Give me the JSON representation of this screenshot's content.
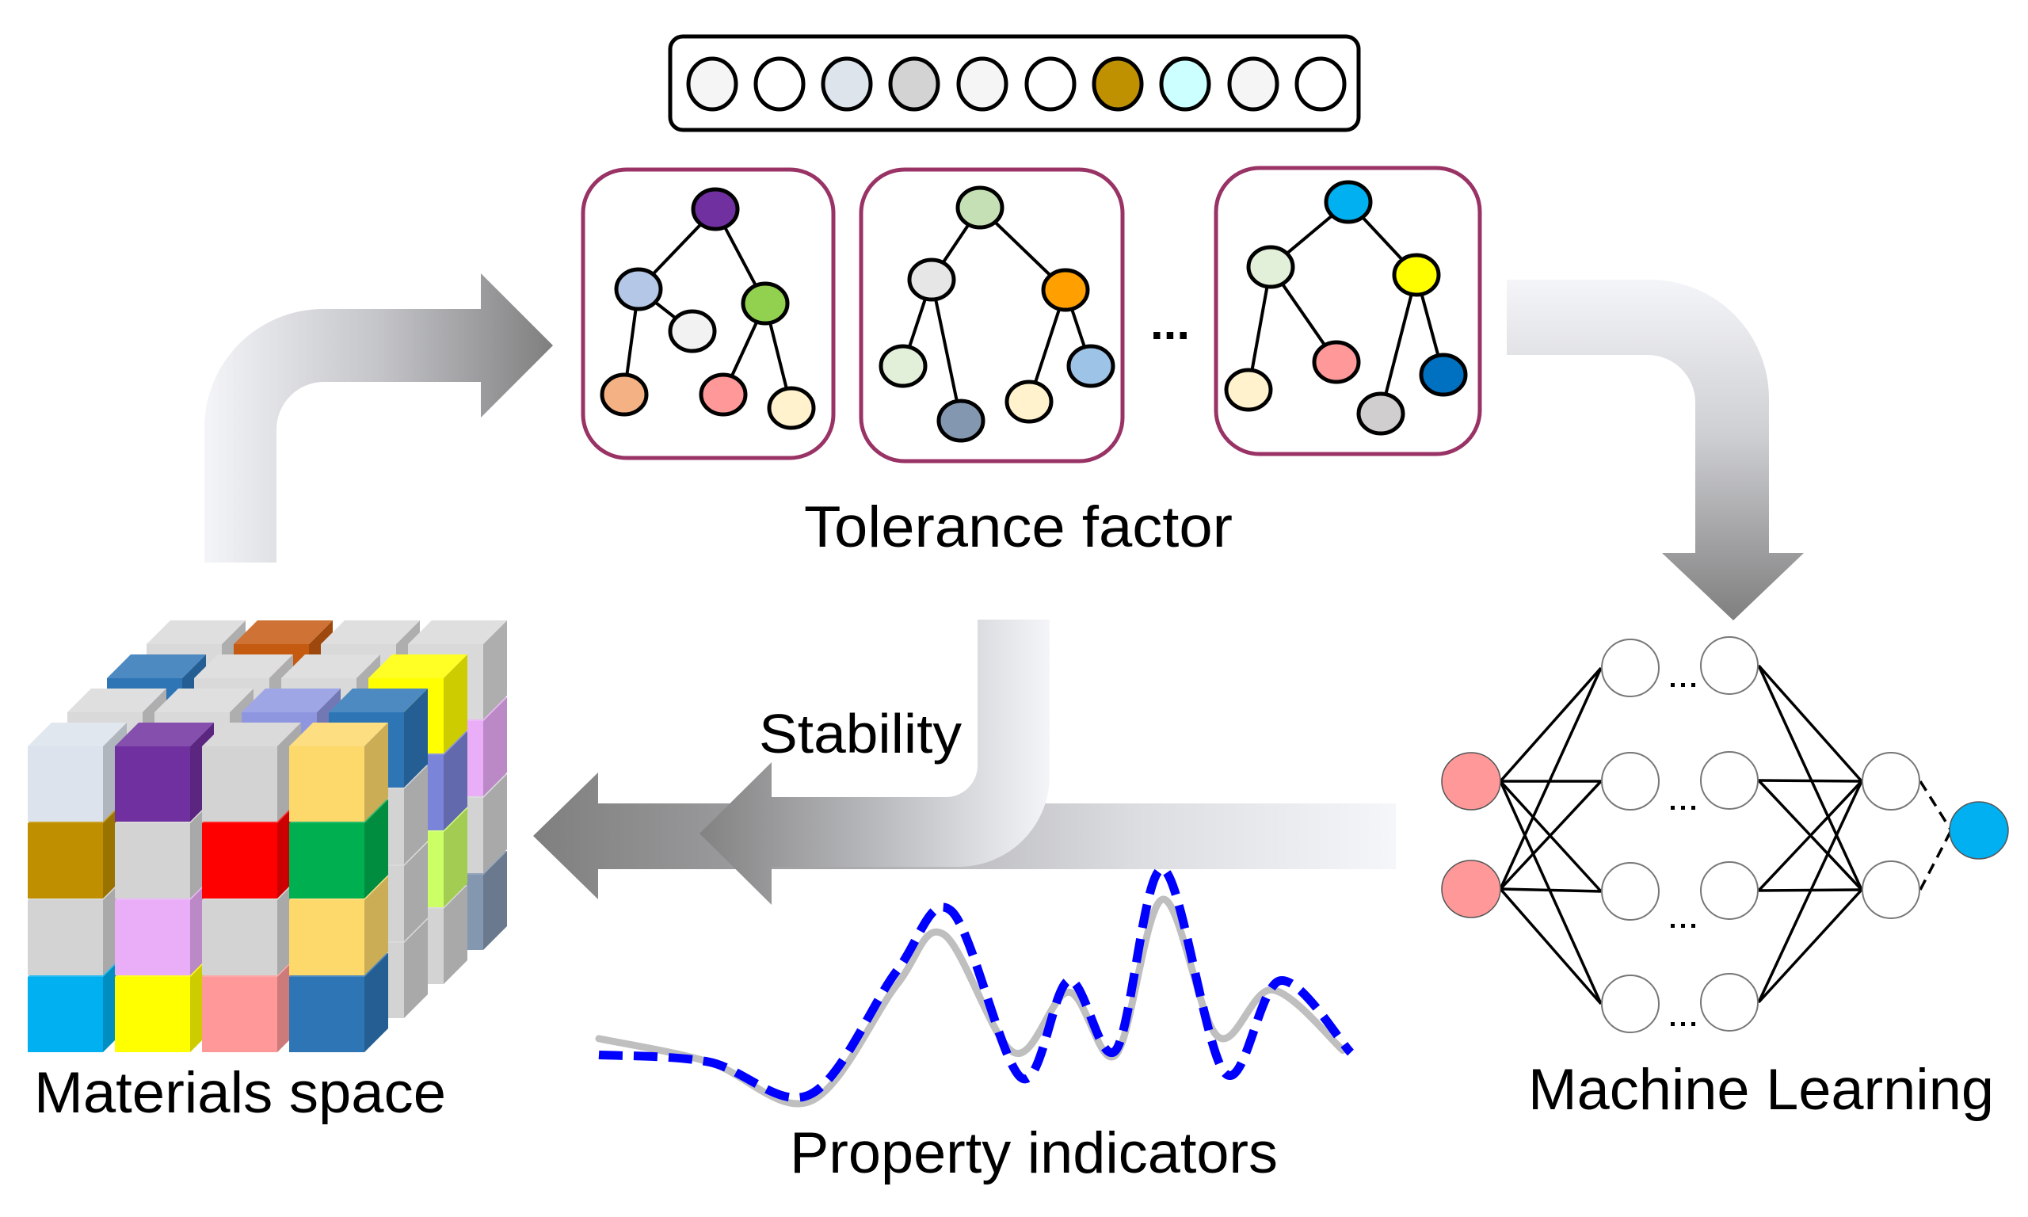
{
  "labels": {
    "tolerance_factor": "Tolerance factor",
    "stability": "Stability",
    "materials_space": "Materials space",
    "property_indicators": "Property indicators",
    "machine_learning": "Machine Learning",
    "ellipsis": "..."
  },
  "colors": {
    "box_border": "#993366",
    "arrow_dark": "#7f7f7f",
    "arrow_light": "#f4f5f9",
    "predicted_curve": "#0000ff",
    "reference_curve": "#bfbfbf",
    "input_node": "#ff9999",
    "output_node": "#00b0f0"
  },
  "feature_vector": [
    "#f5f5f5",
    "#ffffff",
    "#dee4ec",
    "#d3d3d3",
    "#f5f5f5",
    "#ffffff",
    "#bf9000",
    "#ccffff",
    "#f5f5f5",
    "#ffffff"
  ],
  "trees": [
    {
      "nodes": [
        "#7030a0",
        "#b4c7e7",
        "#92d050",
        "#f2f2f2",
        "#f4b183",
        "#ff9999",
        "#fff2cc"
      ],
      "edges": [
        [
          0,
          1
        ],
        [
          0,
          2
        ],
        [
          1,
          3
        ],
        [
          1,
          4
        ],
        [
          2,
          5
        ],
        [
          2,
          6
        ]
      ]
    },
    {
      "nodes": [
        "#c5e0b4",
        "#e7e6e6",
        "#ffa000",
        "#e2f0d9",
        "#8497b0",
        "#fff2cc",
        "#9dc3e6"
      ],
      "edges": [
        [
          0,
          1
        ],
        [
          0,
          2
        ],
        [
          1,
          3
        ],
        [
          1,
          4
        ],
        [
          2,
          5
        ],
        [
          2,
          6
        ]
      ]
    },
    {
      "nodes": [
        "#00b0f0",
        "#e2f0d9",
        "#ffff00",
        "#fff2cc",
        "#ff9999",
        "#d0cece",
        "#0070c0"
      ],
      "edges": [
        [
          0,
          1
        ],
        [
          0,
          2
        ],
        [
          1,
          3
        ],
        [
          1,
          4
        ],
        [
          2,
          5
        ],
        [
          2,
          6
        ]
      ]
    }
  ],
  "materials_cube": {
    "front_layer": [
      [
        "#dce3ec",
        "#7030a0",
        "#d3d3d3",
        "#fdd86a"
      ],
      [
        "#bf8f00",
        "#d3d3d3",
        "#ff0000",
        "#00b050"
      ],
      [
        "#d3d3d3",
        "#eaadf7",
        "#d3d3d3",
        "#fdd86a"
      ],
      [
        "#00b0f0",
        "#ffff00",
        "#ff9999",
        "#2e75b6"
      ]
    ],
    "layer_2": [
      [
        "#d9d9d9",
        "#d9d9d9",
        "#8e96e0",
        "#2e75b6"
      ],
      [
        "#d3d3d3",
        "#d3d3d3",
        "#d3d3d3",
        "#d3d3d3"
      ],
      [
        "#d3d3d3",
        "#d3d3d3",
        "#d3d3d3",
        "#d3d3d3"
      ],
      [
        "#d3d3d3",
        "#d3d3d3",
        "#d3d3d3",
        "#d3d3d3"
      ]
    ],
    "layer_3": [
      [
        "#2e75b6",
        "#d9d9d9",
        "#d9d9d9",
        "#ffff00"
      ],
      [
        "#d3d3d3",
        "#d3d3d3",
        "#d3d3d3",
        "#7a84d8"
      ],
      [
        "#d3d3d3",
        "#d3d3d3",
        "#d3d3d3",
        "#ccff66"
      ],
      [
        "#d3d3d3",
        "#d3d3d3",
        "#d3d3d3",
        "#d3d3d3"
      ]
    ],
    "layer_4": [
      [
        "#d9d9d9",
        "#c55a11",
        "#d9d9d9",
        "#d9d9d9"
      ],
      [
        "#d3d3d3",
        "#d3d3d3",
        "#d3d3d3",
        "#eaadf7"
      ],
      [
        "#d3d3d3",
        "#d3d3d3",
        "#d3d3d3",
        "#d3d3d3"
      ],
      [
        "#d3d3d3",
        "#d3d3d3",
        "#d3d3d3",
        "#8497b0"
      ]
    ]
  },
  "neural_network": {
    "layers": [
      2,
      4,
      4,
      2,
      1
    ],
    "hidden_rows_with_ellipsis": 4
  },
  "property_curves": {
    "reference": [
      [
        0.0,
        0.27
      ],
      [
        0.14,
        0.17
      ],
      [
        0.27,
        0.0
      ],
      [
        0.38,
        0.5
      ],
      [
        0.44,
        0.72
      ],
      [
        0.53,
        0.21
      ],
      [
        0.6,
        0.47
      ],
      [
        0.66,
        0.2
      ],
      [
        0.72,
        0.87
      ],
      [
        0.79,
        0.28
      ],
      [
        0.86,
        0.48
      ],
      [
        0.95,
        0.22
      ]
    ],
    "predicted": [
      [
        0.0,
        0.2
      ],
      [
        0.14,
        0.17
      ],
      [
        0.27,
        0.03
      ],
      [
        0.38,
        0.56
      ],
      [
        0.45,
        0.82
      ],
      [
        0.54,
        0.1
      ],
      [
        0.6,
        0.52
      ],
      [
        0.66,
        0.22
      ],
      [
        0.72,
        1.0
      ],
      [
        0.8,
        0.12
      ],
      [
        0.87,
        0.52
      ],
      [
        0.96,
        0.21
      ]
    ]
  }
}
